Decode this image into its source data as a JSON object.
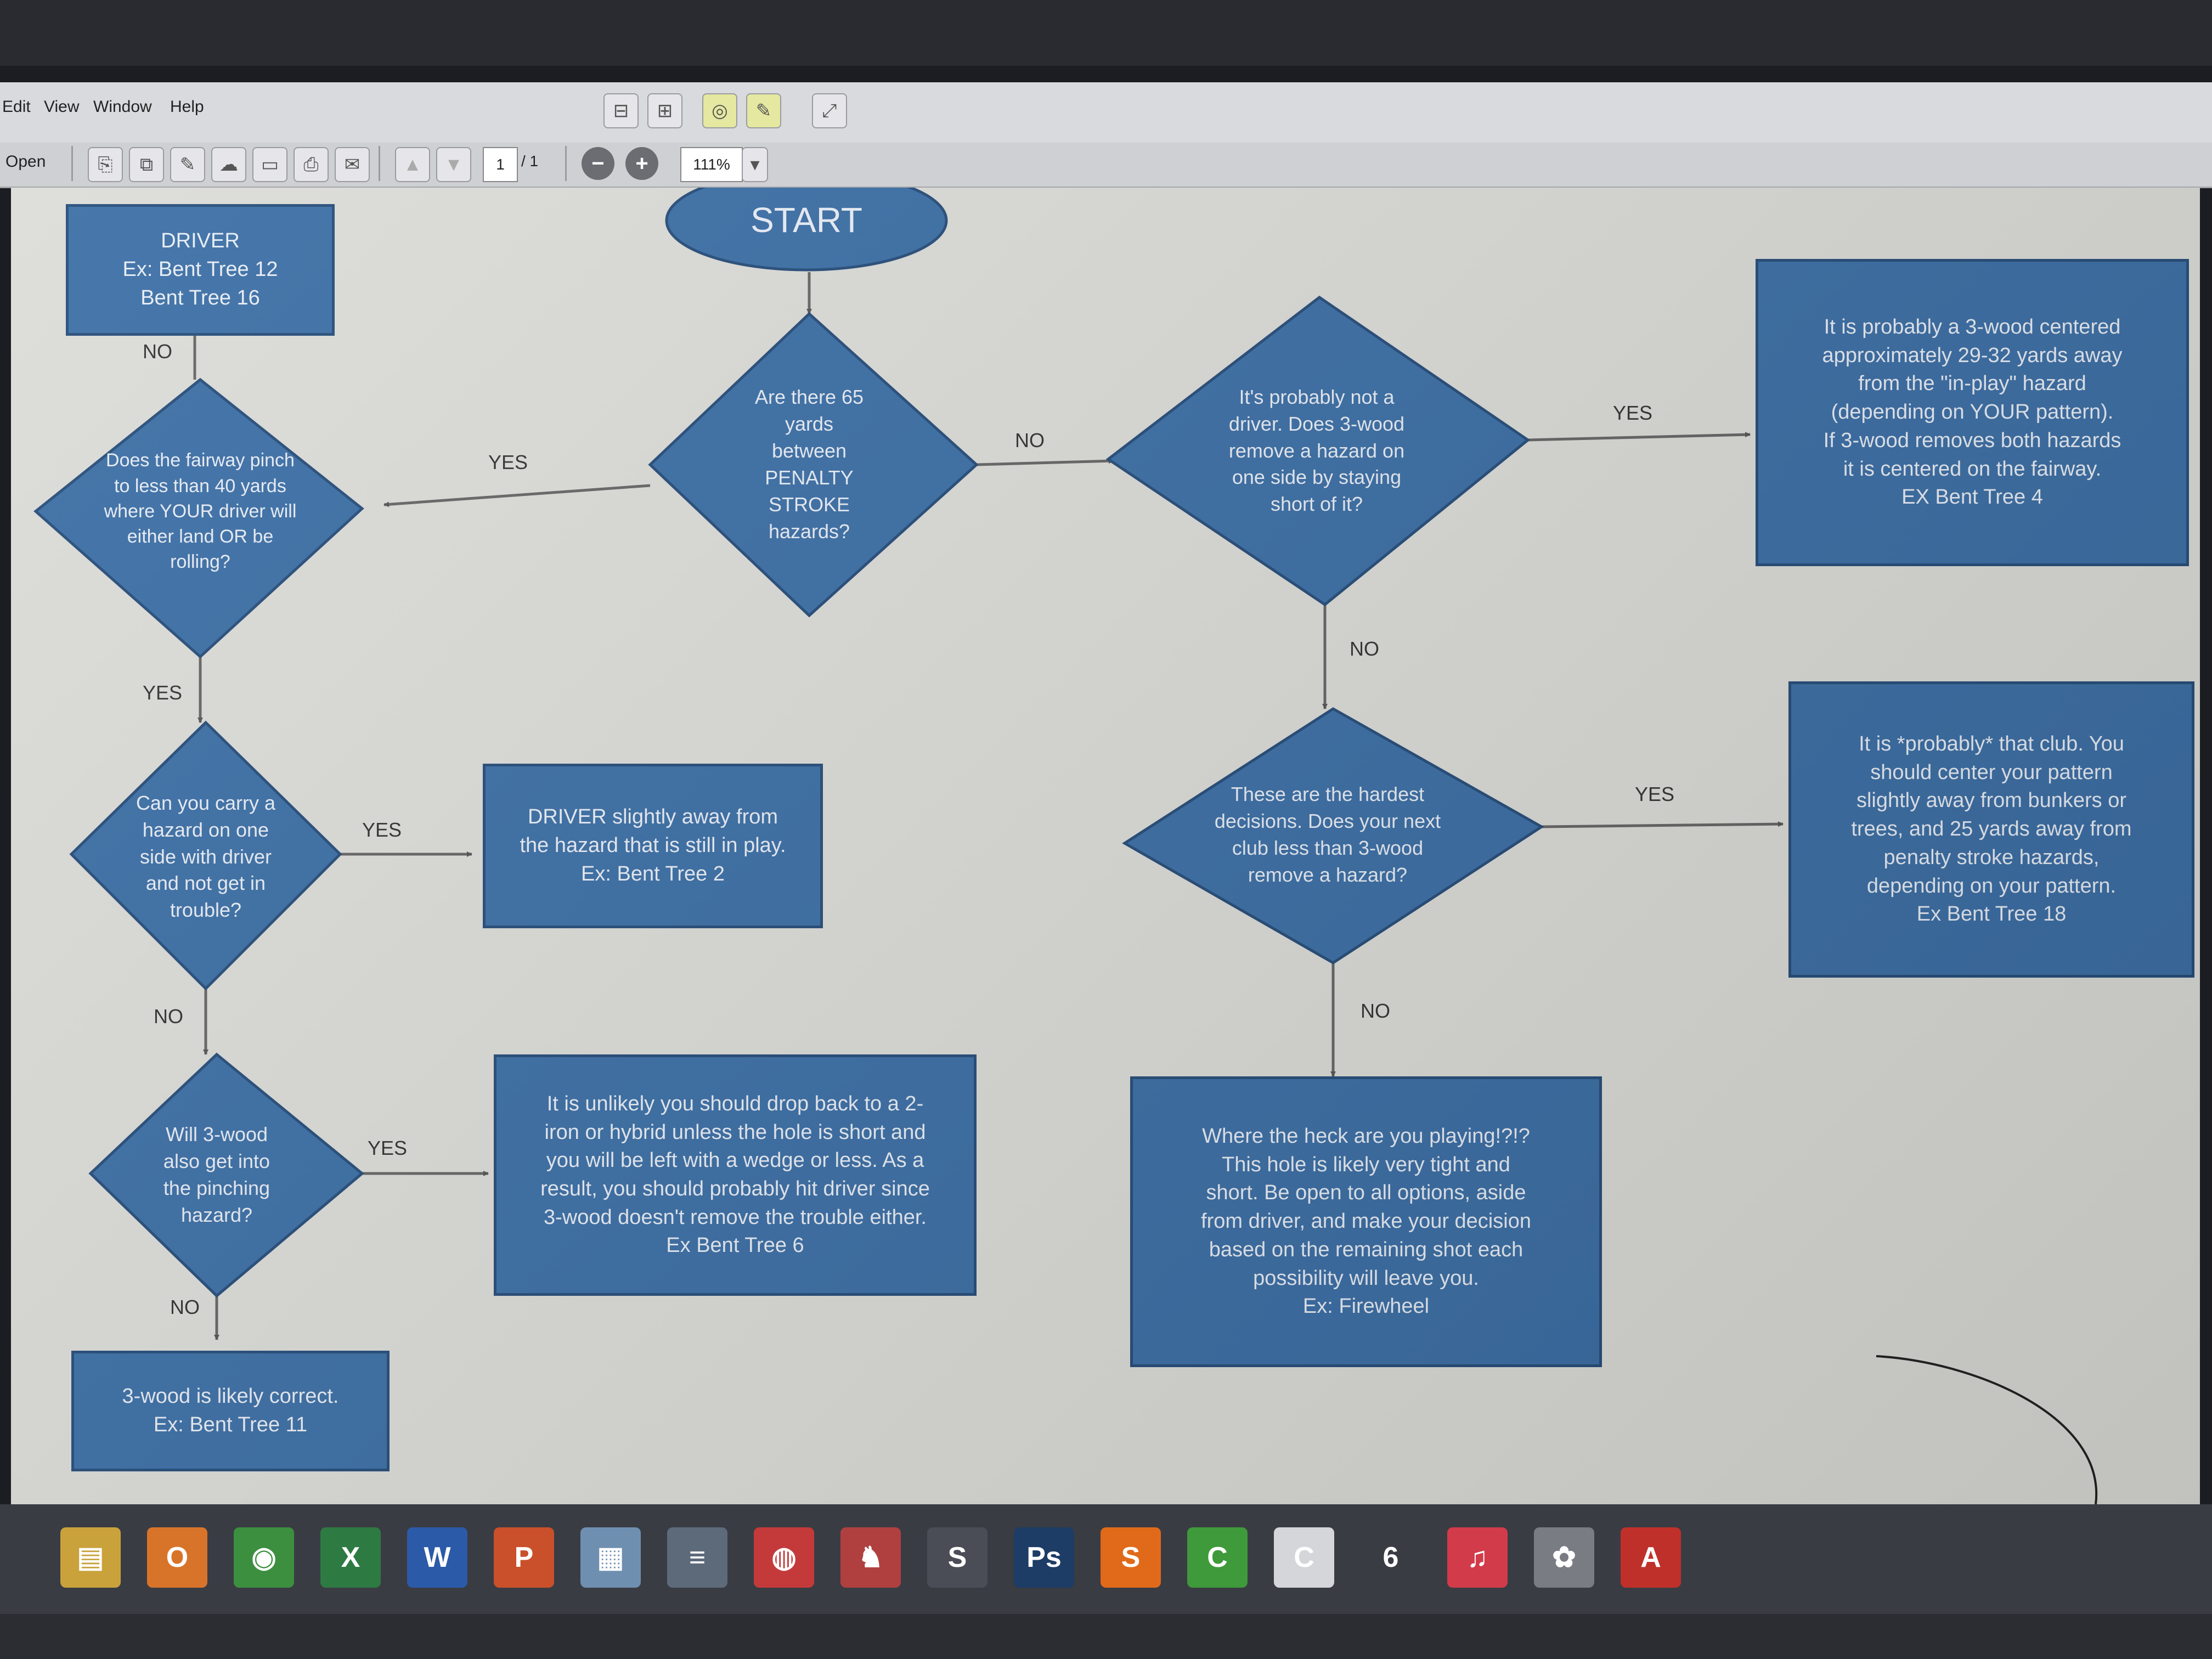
{
  "menubar": {
    "items": [
      "Edit",
      "View",
      "Window",
      "Help"
    ]
  },
  "toolbar": {
    "open_label": "Open",
    "page_current": "1",
    "page_total": "/ 1",
    "zoom_value": "111%"
  },
  "flowchart": {
    "start": "START",
    "nodes": {
      "q_65_yards": "Are there 65\nyards\nbetween\nPENALTY\nSTROKE\nhazards?",
      "q_fairway_pinch": "Does the fairway pinch\nto less than 40 yards\nwhere YOUR driver will\neither land OR be\nrolling?",
      "driver_box": "DRIVER\nEx: Bent Tree 12\nBent Tree 16",
      "q_carry": "Can you carry a\nhazard on one\nside with driver\nand not get in\ntrouble?",
      "driver_away": "DRIVER slightly away from\nthe hazard that is still in play.\nEx: Bent Tree 2",
      "q_3wood_pinch": "Will 3-wood\nalso get into\nthe pinching\nhazard?",
      "unlikely_box": "It is unlikely you should drop back to a 2-\niron or hybrid unless the hole is short and\nyou will be left with a wedge or less. As a\nresult, you should probably hit driver since\n3-wood doesn't remove the trouble either.\nEx Bent Tree 6",
      "three_wood_correct": "3-wood is likely correct.\nEx: Bent Tree 11",
      "q_not_driver": "It's probably not a\ndriver. Does 3-wood\nremove a hazard on\none side by staying\nshort of it?",
      "three_wood_centered": "It is probably a 3-wood centered\napproximately 29-32 yards away\nfrom the \"in-play\" hazard\n(depending on YOUR pattern).\nIf 3-wood removes both hazards\nit is centered on the fairway.\nEX Bent Tree 4",
      "q_hardest": "These are the hardest\ndecisions. Does your next\nclub less than 3-wood\nremove a hazard?",
      "probably_club": "It is *probably* that club. You\nshould center your pattern\nslightly away from bunkers or\ntrees, and 25 yards away from\npenalty stroke hazards,\ndepending on your pattern.\nEx Bent Tree 18",
      "where_playing": "Where the heck are you playing!?!?\nThis hole is likely very tight and\nshort. Be open to all options, aside\nfrom driver, and make your decision\nbased on the remaining shot each\npossibility will leave you.\nEx: Firewheel"
    },
    "edge_labels": {
      "pinch_no": "NO",
      "q65_yes": "YES",
      "q65_no": "NO",
      "pinch_yes": "YES",
      "carry_yes": "YES",
      "carry_no": "NO",
      "three_wood_yes": "YES",
      "three_wood_no": "NO",
      "not_driver_yes": "YES",
      "not_driver_no": "NO",
      "hardest_yes": "YES",
      "hardest_no": "NO"
    }
  },
  "taskbar": {
    "icons": [
      {
        "name": "file-explorer-icon",
        "glyph": "▤",
        "color": "#c9a23b"
      },
      {
        "name": "outlook-icon",
        "glyph": "O",
        "color": "#d8742a"
      },
      {
        "name": "chrome-icon",
        "glyph": "◉",
        "color": "#3b8f3f"
      },
      {
        "name": "excel-icon",
        "glyph": "X",
        "color": "#2e7a43"
      },
      {
        "name": "word-icon",
        "glyph": "W",
        "color": "#2b5aa8"
      },
      {
        "name": "powerpoint-icon",
        "glyph": "P",
        "color": "#c9502a"
      },
      {
        "name": "calculator-icon",
        "glyph": "▦",
        "color": "#6f8fb0"
      },
      {
        "name": "notepad-icon",
        "glyph": "≡",
        "color": "#5d6a7a"
      },
      {
        "name": "media-app-icon",
        "glyph": "◍",
        "color": "#c43a3a"
      },
      {
        "name": "horse-app-icon",
        "glyph": "♞",
        "color": "#b04040"
      },
      {
        "name": "s-app-icon",
        "glyph": "S",
        "color": "#4a4d55"
      },
      {
        "name": "photoshop-icon",
        "glyph": "Ps",
        "color": "#1d3c66"
      },
      {
        "name": "swirl-app-icon",
        "glyph": "S",
        "color": "#e06a1a"
      },
      {
        "name": "camtasia-green-icon",
        "glyph": "C",
        "color": "#3e9a3a"
      },
      {
        "name": "camtasia-icon",
        "glyph": "C",
        "color": "#d4d6da"
      },
      {
        "name": "six-app-icon",
        "glyph": "6",
        "color": "#3a3c43"
      },
      {
        "name": "itunes-icon",
        "glyph": "♫",
        "color": "#d23b4a"
      },
      {
        "name": "paint-app-icon",
        "glyph": "✿",
        "color": "#7a7c84"
      },
      {
        "name": "acrobat-icon",
        "glyph": "A",
        "color": "#c0302a"
      }
    ]
  }
}
